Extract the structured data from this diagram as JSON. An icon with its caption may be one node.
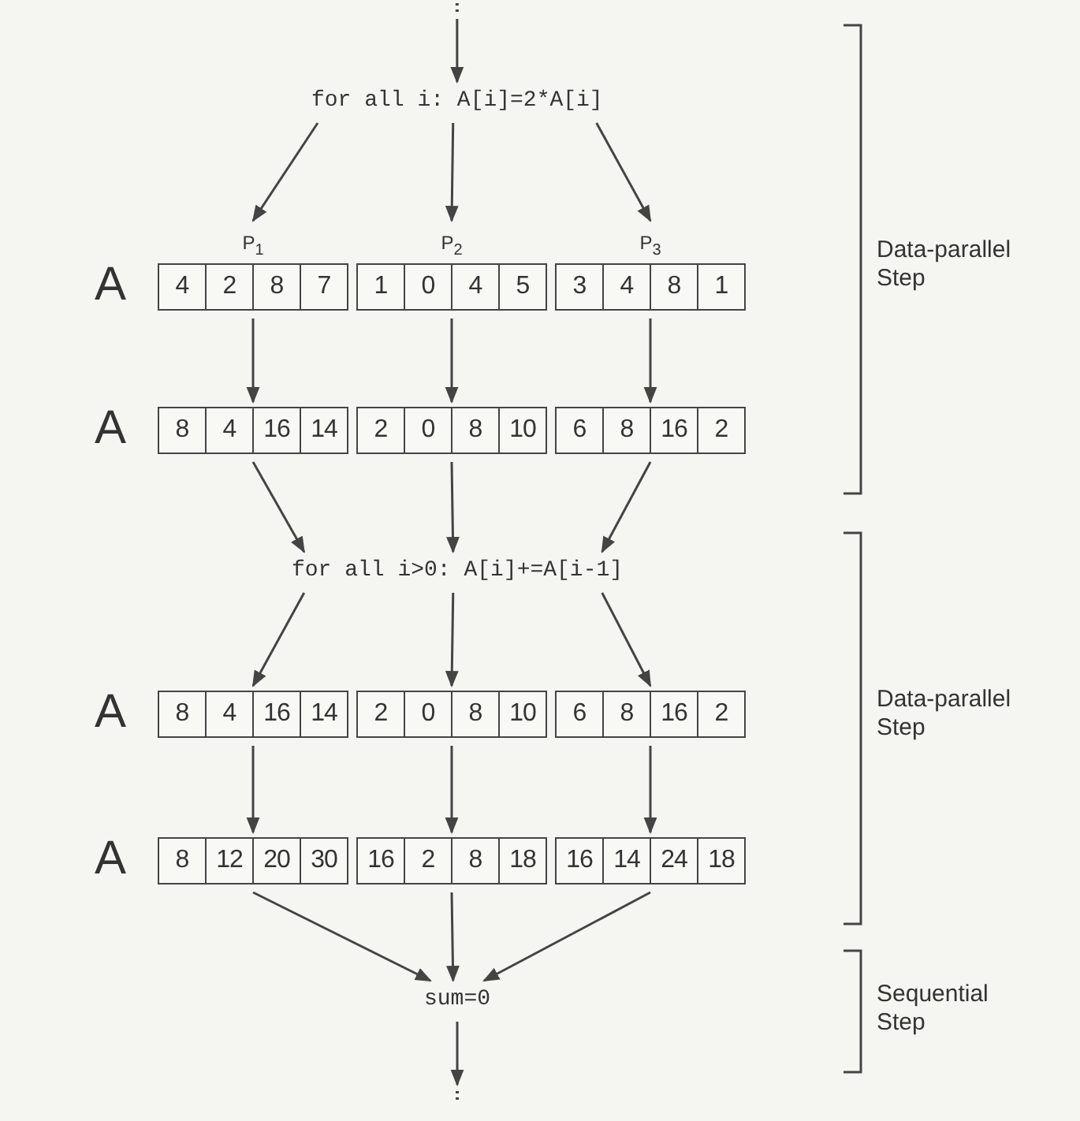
{
  "diagram": {
    "nodes": [
      {
        "text": [
          "for all i: A[i]=2*A[i]"
        ]
      },
      {
        "text": [
          "A"
        ]
      },
      {
        "text": [
          "4",
          "2",
          "8",
          "7"
        ],
        "in": 1,
        "beside": [
          "P$_{1}$"
        ]
      },
      {
        "text": [
          "1",
          "0",
          "4",
          "5"
        ],
        "in": 1,
        "beside": [
          "P$_{2}$"
        ]
      },
      {
        "text": [
          "3",
          "4",
          "8",
          "1"
        ],
        "in": 1,
        "beside": [
          "P$_{3}$"
        ]
      },
      {
        "text": [
          "A"
        ]
      },
      {
        "text": [
          "8",
          "4",
          "16",
          "14"
        ],
        "in": 5
      },
      {
        "text": [
          "2",
          "0",
          "8",
          "10"
        ],
        "in": 5
      },
      {
        "text": [
          "6",
          "8",
          "16",
          "2"
        ],
        "in": 5
      },
      {
        "text": [
          "for all i>0: A[i]+=A[i-1]"
        ]
      },
      {
        "text": [
          "A"
        ]
      },
      {
        "text": [
          "8",
          "4",
          "16",
          "14"
        ],
        "in": 10
      },
      {
        "text": [
          "2",
          "0",
          "8",
          "10"
        ],
        "in": 10
      },
      {
        "text": [
          "6",
          "8",
          "16",
          "2"
        ],
        "in": 10
      },
      {
        "text": [
          "A"
        ]
      },
      {
        "text": [
          "8",
          "12",
          "20",
          "30"
        ],
        "in": 14
      },
      {
        "text": [
          "16",
          "2",
          "8",
          "18"
        ],
        "in": 14
      },
      {
        "text": [
          "16",
          "14",
          "24",
          "18"
        ],
        "in": 14
      },
      {
        "text": [
          "sum=0"
        ]
      }
    ],
    "edges": [
      {
        "from": null,
        "to": 0,
        "arrow": "to"
      },
      {
        "from": 0,
        "to": 2,
        "arrow": "to"
      },
      {
        "from": 0,
        "to": 3,
        "arrow": "to"
      },
      {
        "from": 0,
        "to": 4,
        "arrow": "to"
      },
      {
        "from": 2,
        "to": 6,
        "arrow": "to"
      },
      {
        "from": 3,
        "to": 7,
        "arrow": "to"
      },
      {
        "from": 4,
        "to": 8,
        "arrow": "to"
      },
      {
        "from": 6,
        "to": 9,
        "arrow": "to"
      },
      {
        "from": 7,
        "to": 9,
        "arrow": "to"
      },
      {
        "from": 8,
        "to": 9,
        "arrow": "to"
      },
      {
        "from": 9,
        "to": 11,
        "arrow": "to"
      },
      {
        "from": 9,
        "to": 12,
        "arrow": "to"
      },
      {
        "from": 9,
        "to": 13,
        "arrow": "to"
      },
      {
        "from": 11,
        "to": 15,
        "arrow": "to"
      },
      {
        "from": 12,
        "to": 16,
        "arrow": "to"
      },
      {
        "from": 13,
        "to": 17,
        "arrow": "to"
      },
      {
        "from": 15,
        "to": 18,
        "arrow": "to"
      },
      {
        "from": 16,
        "to": 18,
        "arrow": "to"
      },
      {
        "from": 17,
        "to": 18,
        "arrow": "to"
      },
      {
        "from": 18,
        "to": null,
        "arrow": "to"
      }
    ],
    "labels": [
      "Data-parallel Step",
      "Data-parallel Step",
      "Sequential Step"
    ]
  }
}
